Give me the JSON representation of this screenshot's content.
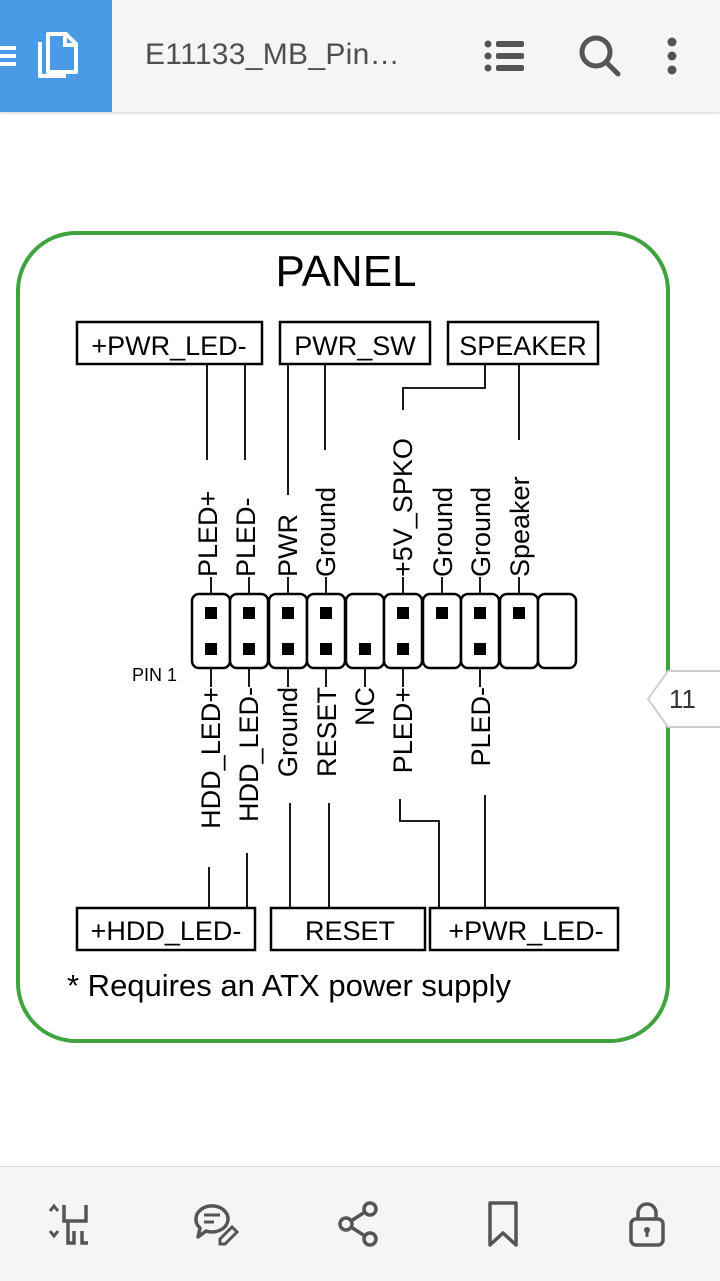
{
  "toolbar": {
    "title": "E11133_MB_Pin…",
    "menu_icon": "hamburger-icon",
    "doc_icon": "documents-icon",
    "outline_icon": "list-icon",
    "search_icon": "search-icon",
    "more_icon": "more-vert-icon"
  },
  "diagram": {
    "title": "PANEL",
    "top_boxes": [
      "+PWR_LED-",
      "PWR_SW",
      "SPEAKER"
    ],
    "top_pins": [
      "PLED+",
      "PLED-",
      "PWR",
      "Ground",
      "+5V_SPKO",
      "Ground",
      "Ground",
      "Speaker"
    ],
    "pin1_label": "PIN 1",
    "bottom_pins": [
      "HDD_LED+",
      "HDD_LED-",
      "Ground",
      "RESET",
      "NC",
      "PLED+",
      "PLED-"
    ],
    "bottom_boxes": [
      "+HDD_LED-",
      "RESET",
      "+PWR_LED-"
    ],
    "footnote": "* Requires an ATX power supply",
    "frame_color": "#3fa33f"
  },
  "page_indicator": "11",
  "bottom_bar": {
    "icons": [
      "reflow-icon",
      "comment-icon",
      "share-icon",
      "bookmark-icon",
      "lock-icon"
    ]
  }
}
